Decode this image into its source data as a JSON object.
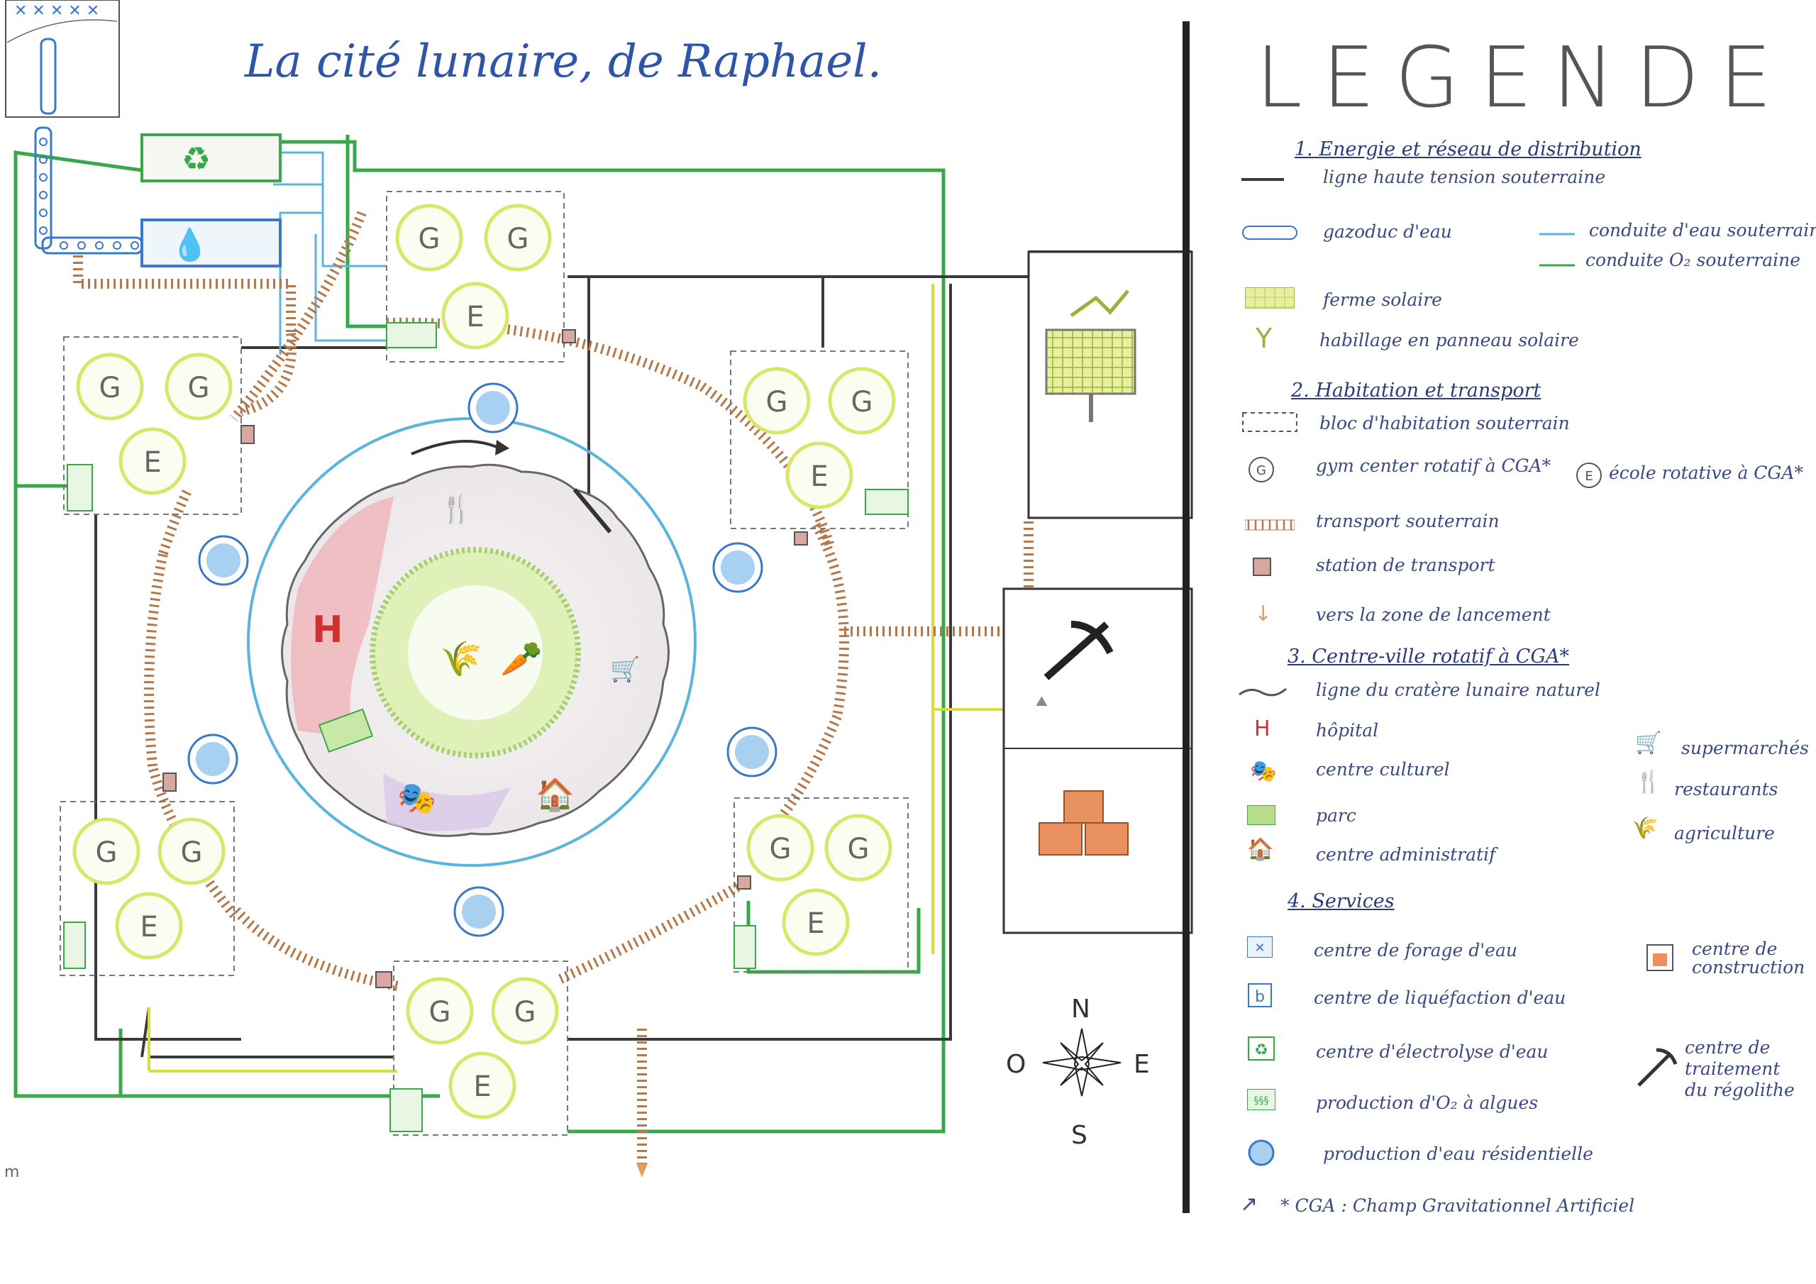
{
  "title": "La cité lunaire, de Raphael.",
  "legend": {
    "title": "LEGENDE",
    "sections": [
      {
        "heading": "1. Energie et réseau de distribution"
      },
      {
        "heading": "2. Habitation et transport"
      },
      {
        "heading": "3. Centre-ville rotatif à CGA*"
      },
      {
        "heading": "4. Services"
      }
    ],
    "items": {
      "hv_line": "ligne haute tension souterraine",
      "water_gas": "gazoduc d'eau",
      "water_pipe": "conduite d'eau souterraine",
      "o2_pipe": "conduite O₂ souterraine",
      "solar_farm": "ferme solaire",
      "solar_cladding": "habillage en panneau solaire",
      "housing": "bloc d'habitation souterrain",
      "gym": "gym center rotatif à CGA*",
      "school": "école rotative à CGA*",
      "transport": "transport souterrain",
      "station": "station de transport",
      "launch": "vers la zone de lancement",
      "crater": "ligne du cratère lunaire naturel",
      "hospital": "hôpital",
      "cultural": "centre culturel",
      "park": "parc",
      "admin": "centre administratif",
      "supermarket": "supermarchés",
      "restaurants": "restaurants",
      "agriculture": "agriculture",
      "drilling": "centre de forage d'eau",
      "liquefaction": "centre de liquéfaction d'eau",
      "electrolysis": "centre d'électrolyse d'eau",
      "algae": "production d'O₂ à algues",
      "water_res": "production d'eau résidentielle",
      "construction": "centre de construction",
      "regolith": "centre de traitement du régolithe",
      "cga": "* CGA : Champ Gravitationnel Artificiel"
    }
  },
  "compass": {
    "n": "N",
    "s": "S",
    "e": "E",
    "o": "O"
  },
  "block_letters": {
    "gym": "G",
    "school": "E",
    "hospital": "H"
  },
  "corner_mark": "m",
  "colors": {
    "hv_line": "#3a3a3a",
    "hv_yellow": "#d9dc3c",
    "water": "#5ab4e0",
    "o2": "#3aa84a",
    "transport": "#b5784a",
    "solar": "#d6e86a",
    "red_zone": "#e88a8a",
    "park": "#b9dd8a",
    "title_ink": "#2f55a8",
    "legend_ink": "#3a4a80"
  },
  "icons": [
    "recycle-icon",
    "water-drop-icon",
    "solar-panel-icon",
    "pickaxe-icon",
    "brick-stack-icon",
    "compass-rose-icon",
    "fork-knife-icon",
    "cart-icon",
    "theatre-mask-icon",
    "house-icon",
    "carrot-icon",
    "wheat-icon"
  ]
}
